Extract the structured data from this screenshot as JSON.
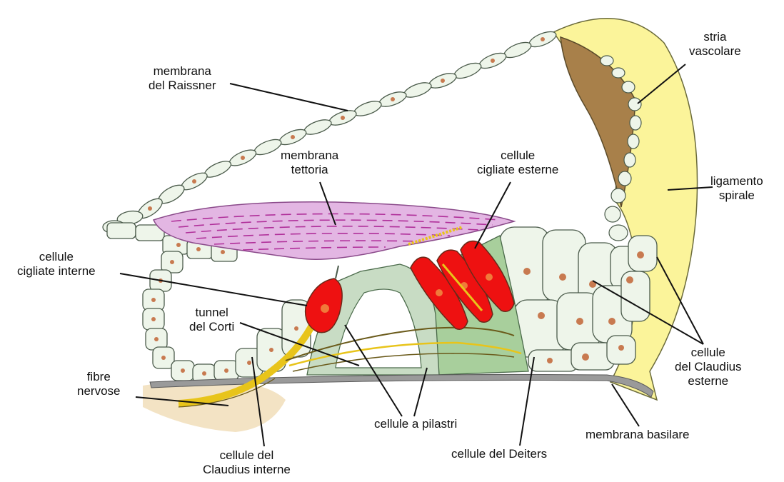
{
  "labels": {
    "raissner": [
      "membrana",
      "del Raissner"
    ],
    "stria": [
      "stria",
      "vascolare"
    ],
    "tettoria": [
      "membrana",
      "tettoria"
    ],
    "cigliate_esterne": [
      "cellule",
      "cigliate esterne"
    ],
    "ligamento": [
      "ligamento",
      "spirale"
    ],
    "cigliate_interne": [
      "cellule",
      "cigliate interne"
    ],
    "tunnel": [
      "tunnel",
      "del Corti"
    ],
    "fibre": [
      "fibre",
      "nervose"
    ],
    "claudius_esterne": [
      "cellule",
      "del Claudius",
      "esterne"
    ],
    "pilastri": [
      "cellule a pilastri"
    ],
    "basilare": [
      "membrana basilare"
    ],
    "deiters": [
      "cellule del Deiters"
    ],
    "claudius_interne": [
      "cellule del",
      "Claudius interne"
    ]
  },
  "colors": {
    "cell_fill": "#eef5ea",
    "cell_stroke": "#4a5a4a",
    "nucleus": "#c87a50",
    "tectorial": "#e3b6e3",
    "tectorial_stripe": "#b0309a",
    "ligament": "#fbf49a",
    "stria": "#a8804a",
    "hair_cell": "#ee1111",
    "nerve": "#e8c41a",
    "deiters": "#a8cf9c",
    "pillar": "#c8dcc4",
    "basilar": "#9a9a9a",
    "bone": "#f3e3c4"
  }
}
